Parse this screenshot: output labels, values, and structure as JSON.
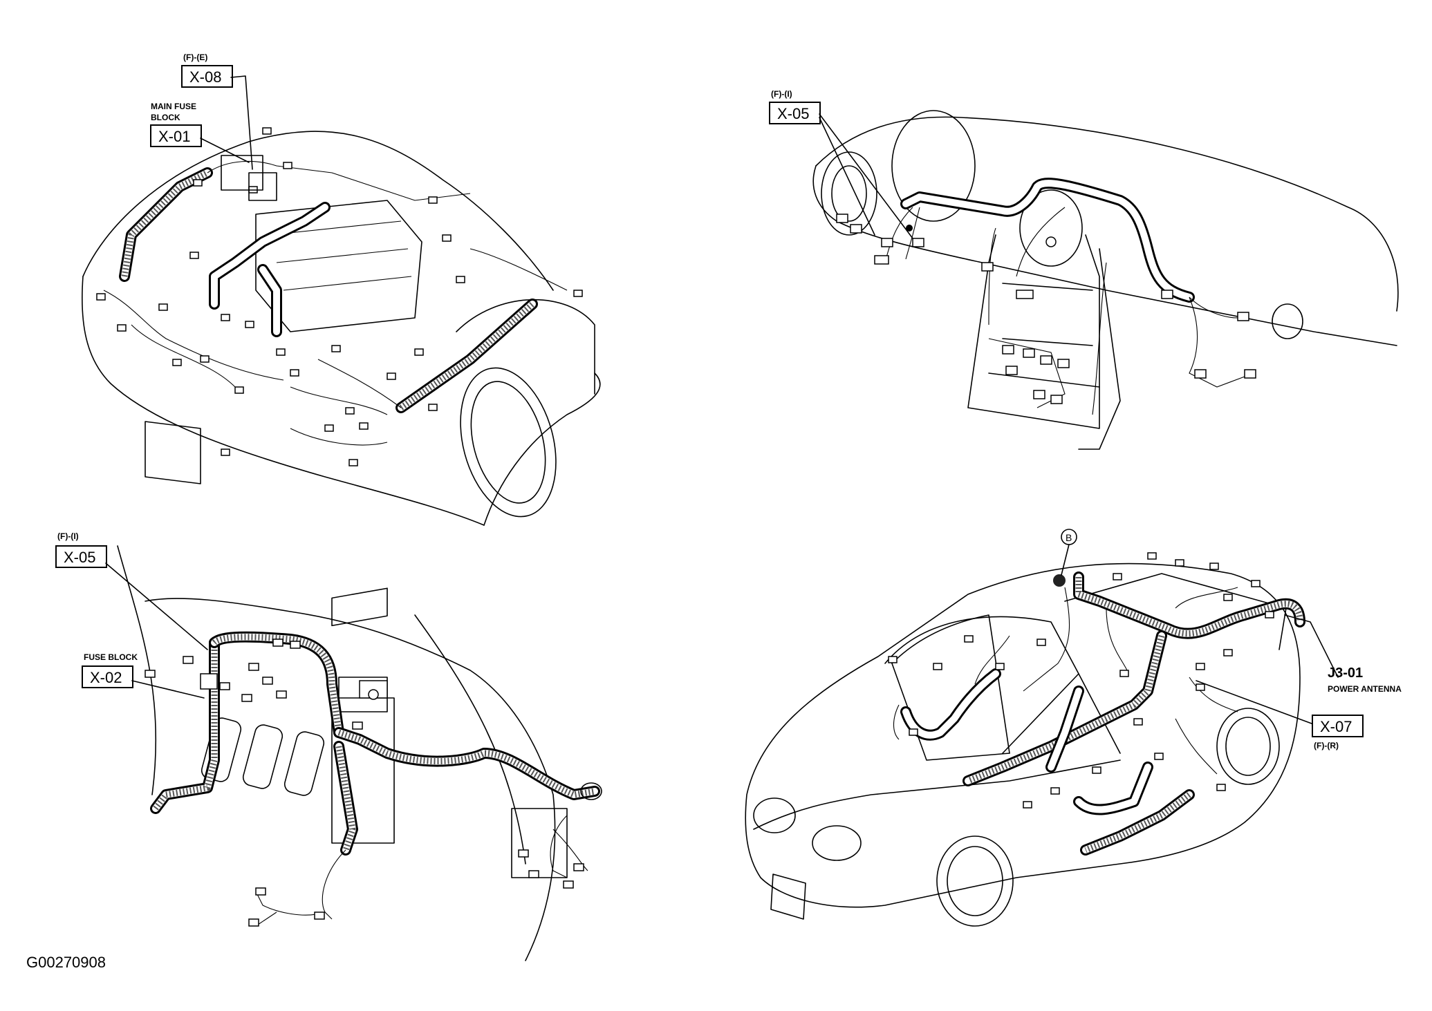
{
  "figure_id": "G00270908",
  "panels": {
    "engine_bay": {
      "callouts": [
        {
          "id": "X-08",
          "position": "(F)-(E)"
        },
        {
          "id": "X-01",
          "label_line1": "MAIN FUSE",
          "label_line2": "BLOCK"
        }
      ]
    },
    "dashboard": {
      "callouts": [
        {
          "id": "X-05",
          "position": "(F)-(I)"
        }
      ]
    },
    "interior_left": {
      "callouts": [
        {
          "id": "X-05",
          "position": "(F)-(I)"
        },
        {
          "id": "X-02",
          "label": "FUSE BLOCK"
        }
      ]
    },
    "vehicle_overview": {
      "marker": "B",
      "callouts": [
        {
          "id": "J3-01",
          "label": "POWER ANTENNA"
        },
        {
          "id": "X-07",
          "position": "(F)-(R)"
        }
      ]
    }
  }
}
